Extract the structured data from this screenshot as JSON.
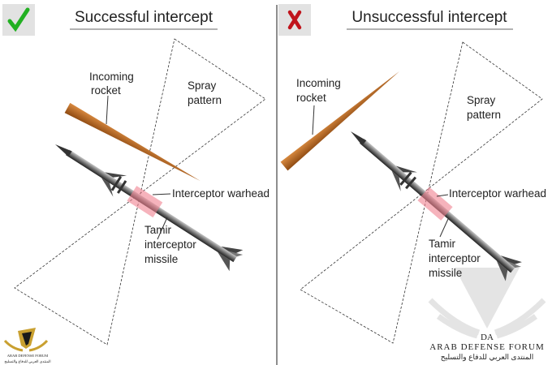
{
  "panels": [
    {
      "title": "Successful intercept",
      "status_icon": "check-icon",
      "status_color": "#22b022",
      "labels": {
        "incoming_1": "Incoming",
        "incoming_2": "rocket",
        "spray_1": "Spray",
        "spray_2": "pattern",
        "warhead": "Interceptor warhead",
        "missile_1": "Tamir",
        "missile_2": "interceptor",
        "missile_3": "missile"
      }
    },
    {
      "title": "Unsuccessful intercept",
      "status_icon": "x-icon",
      "status_color": "#c0141c",
      "labels": {
        "incoming_1": "Incoming",
        "incoming_2": "rocket",
        "spray_1": "Spray",
        "spray_2": "pattern",
        "warhead": "Interceptor warhead",
        "missile_1": "Tamir",
        "missile_2": "interceptor",
        "missile_3": "missile"
      }
    }
  ],
  "watermark": {
    "name": "ARAB DEFENSE FORUM",
    "arabic": "المنتدى العربي للدفاع والتسليح",
    "monogram": "DA"
  },
  "colors": {
    "rocket": "#b8651e",
    "warhead": "#f08090",
    "status_box": "#e2e2e2"
  }
}
